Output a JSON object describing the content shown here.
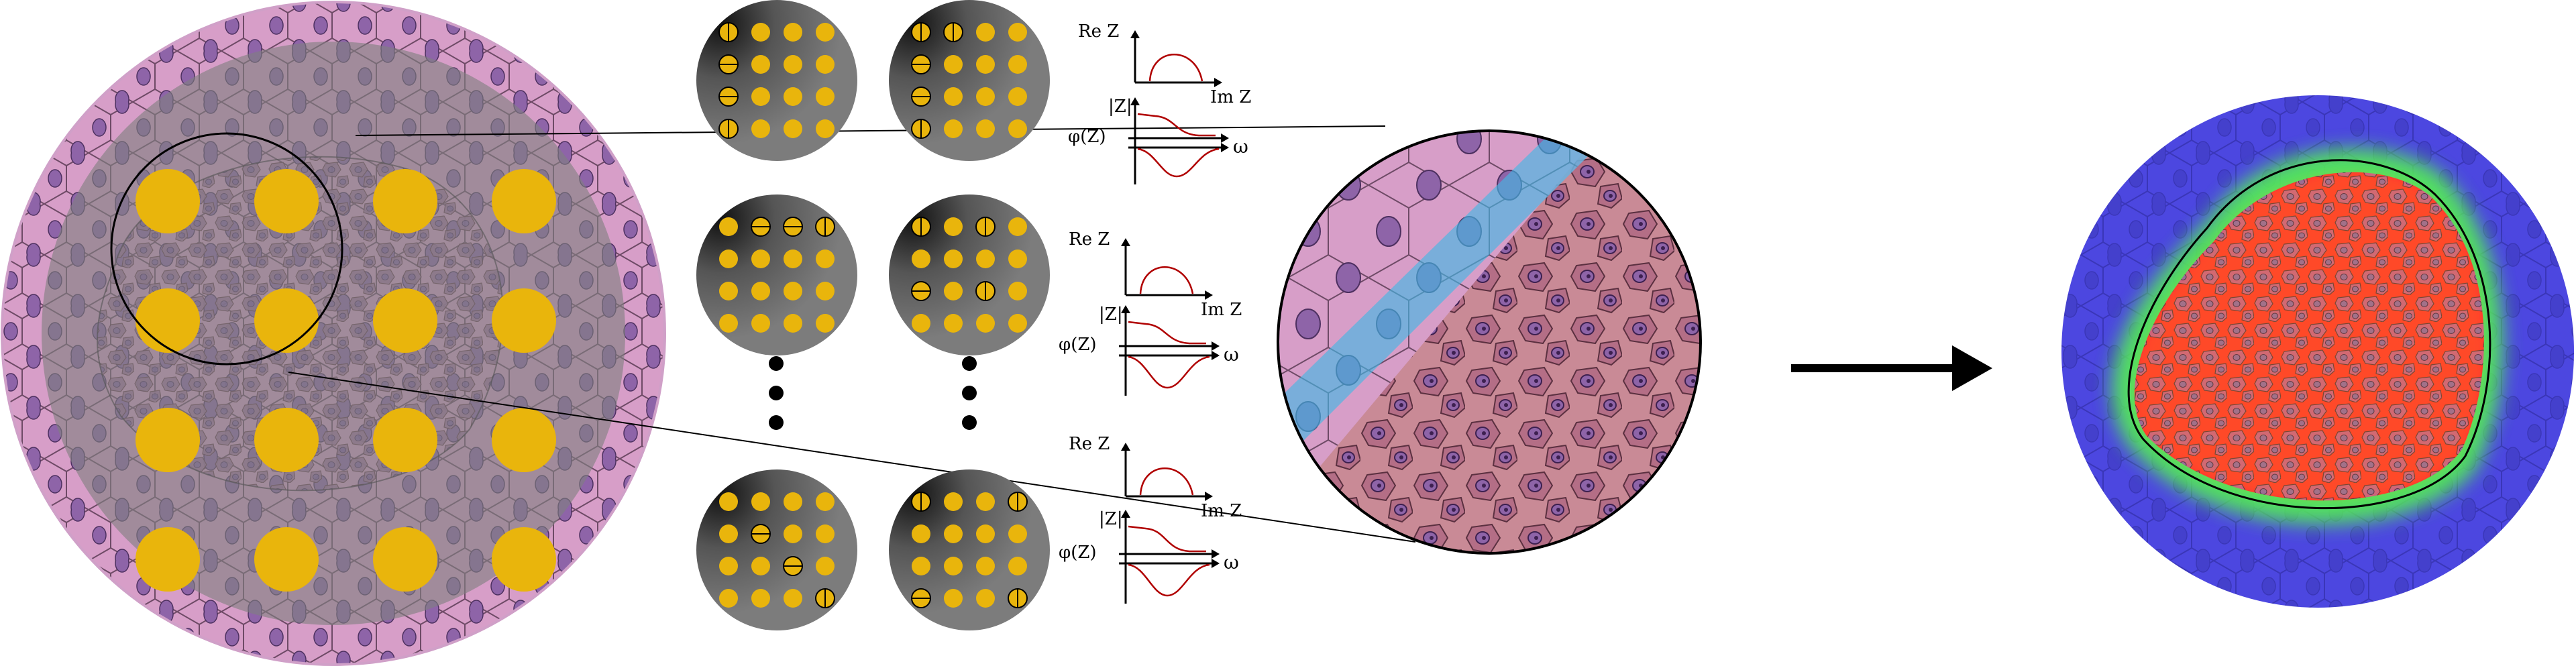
{
  "labels": {
    "re_z": "Re Z",
    "im_z": "Im Z",
    "abs_z": "|Z|",
    "phi_z": "φ(Z)",
    "omega": "ω"
  },
  "colors": {
    "tissue_pink": "#d79ec8",
    "cell_purple": "#8e64a8",
    "electrode_yellow": "#e9b50c",
    "sensor_gray": "#7a7a7a",
    "overlay_gray": "#808080",
    "membrane_blue": "#43b6e4",
    "tumor_rose": "#c98a96",
    "curve_red": "#b00000",
    "heat_blue": "#4c47e0",
    "heat_red": "#ff3030",
    "heat_green": "#52e85a"
  },
  "electrode_grid": {
    "rows": 4,
    "cols": 4
  },
  "sensor_patterns": [
    {
      "active": [
        [
          0,
          0,
          "v"
        ],
        [
          1,
          0,
          "h"
        ],
        [
          2,
          0,
          "h"
        ],
        [
          3,
          0,
          "v"
        ]
      ]
    },
    {
      "active": [
        [
          0,
          0,
          "v"
        ],
        [
          0,
          1,
          "v"
        ],
        [
          1,
          0,
          "h"
        ],
        [
          2,
          0,
          "h"
        ],
        [
          3,
          0,
          "v"
        ]
      ]
    },
    {
      "active": [
        [
          0,
          1,
          "h"
        ],
        [
          0,
          2,
          "h"
        ],
        [
          0,
          3,
          "v"
        ]
      ]
    },
    {
      "active": [
        [
          0,
          0,
          "v"
        ],
        [
          0,
          2,
          "v"
        ],
        [
          2,
          0,
          "h"
        ],
        [
          2,
          2,
          "v"
        ]
      ]
    },
    {
      "active": [
        [
          1,
          1,
          "h"
        ],
        [
          2,
          2,
          "h"
        ],
        [
          3,
          3,
          "v"
        ]
      ]
    },
    {
      "active": [
        [
          0,
          0,
          "v"
        ],
        [
          0,
          3,
          "v"
        ],
        [
          3,
          0,
          "h"
        ],
        [
          3,
          3,
          "v"
        ]
      ]
    }
  ]
}
